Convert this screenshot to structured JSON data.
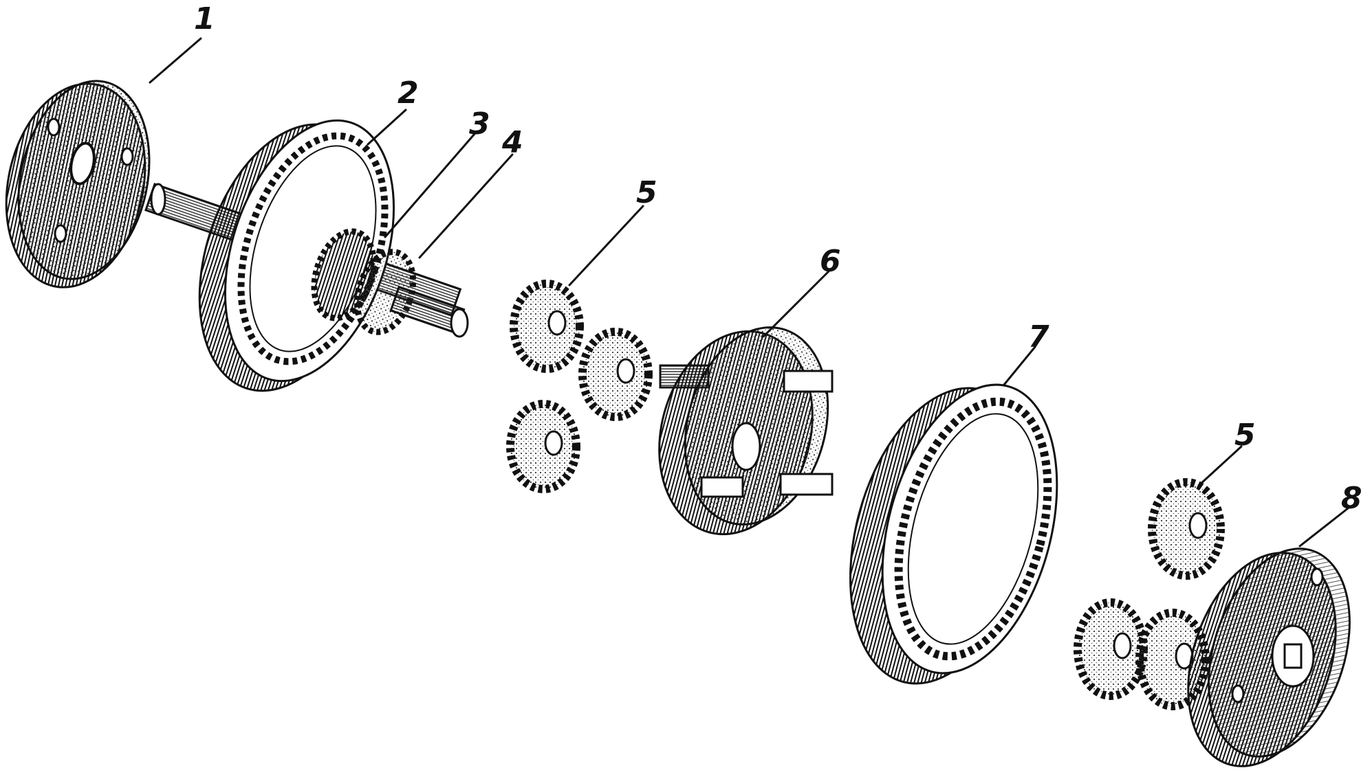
{
  "figure": {
    "callouts": [
      {
        "id": "c1",
        "text": "1"
      },
      {
        "id": "c2",
        "text": "2"
      },
      {
        "id": "c3",
        "text": "3"
      },
      {
        "id": "c4",
        "text": "4"
      },
      {
        "id": "c5a",
        "text": "5"
      },
      {
        "id": "c6",
        "text": "6"
      },
      {
        "id": "c7",
        "text": "7"
      },
      {
        "id": "c5b",
        "text": "5"
      },
      {
        "id": "c8",
        "text": "8"
      }
    ]
  }
}
